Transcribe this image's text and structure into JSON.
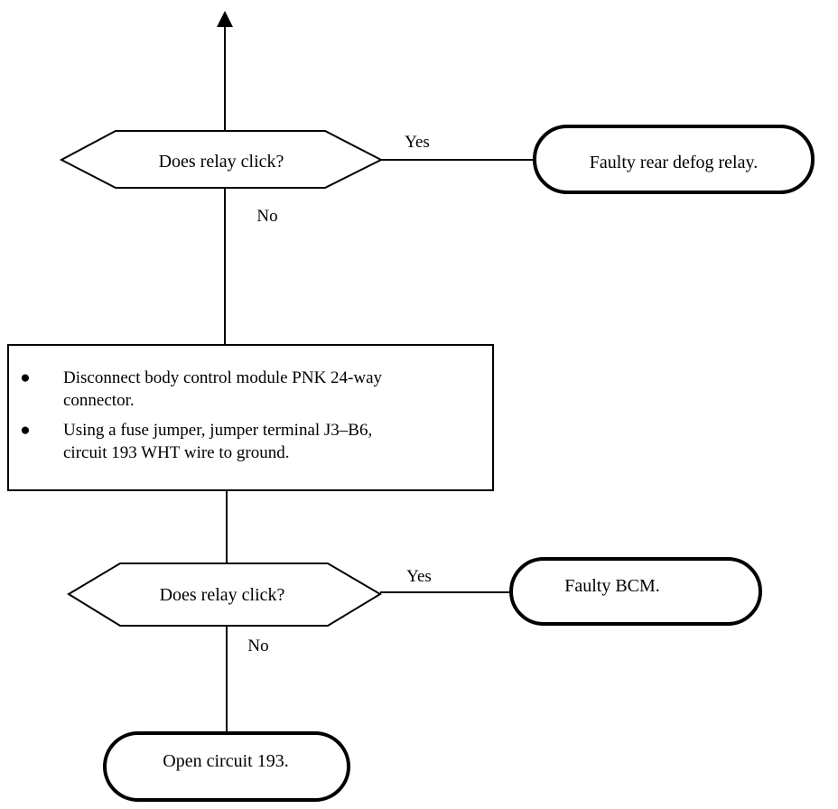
{
  "flowchart": {
    "decision_1": {
      "text": "Does relay click?",
      "yes_label": "Yes",
      "no_label": "No"
    },
    "result_1": {
      "text": "Faulty rear defog relay."
    },
    "procedure": {
      "steps": [
        {
          "bullet": "●",
          "lines": [
            "Disconnect body control module PNK 24-way",
            "connector."
          ]
        },
        {
          "bullet": "●",
          "lines": [
            "Using a fuse jumper, jumper terminal J3–B6,",
            "circuit 193 WHT wire to ground."
          ]
        }
      ]
    },
    "decision_2": {
      "text": "Does relay click?",
      "yes_label": "Yes",
      "no_label": "No"
    },
    "result_2": {
      "text": "Faulty BCM."
    },
    "result_3": {
      "text": "Open circuit 193."
    }
  }
}
